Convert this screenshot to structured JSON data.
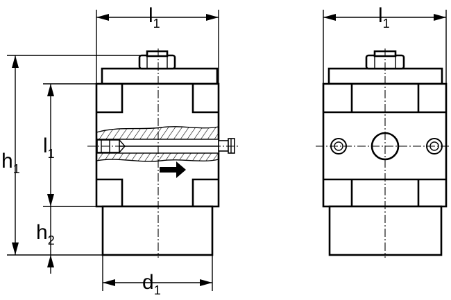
{
  "dimensions": {
    "front_top_width": {
      "label": "l",
      "sub": "1"
    },
    "side_top_width": {
      "label": "l",
      "sub": "1"
    },
    "total_height": {
      "label": "h",
      "sub": "1"
    },
    "block_height": {
      "label": "l",
      "sub": "1"
    },
    "base_height": {
      "label": "h",
      "sub": "2"
    },
    "base_diameter": {
      "label": "d",
      "sub": "1"
    }
  }
}
